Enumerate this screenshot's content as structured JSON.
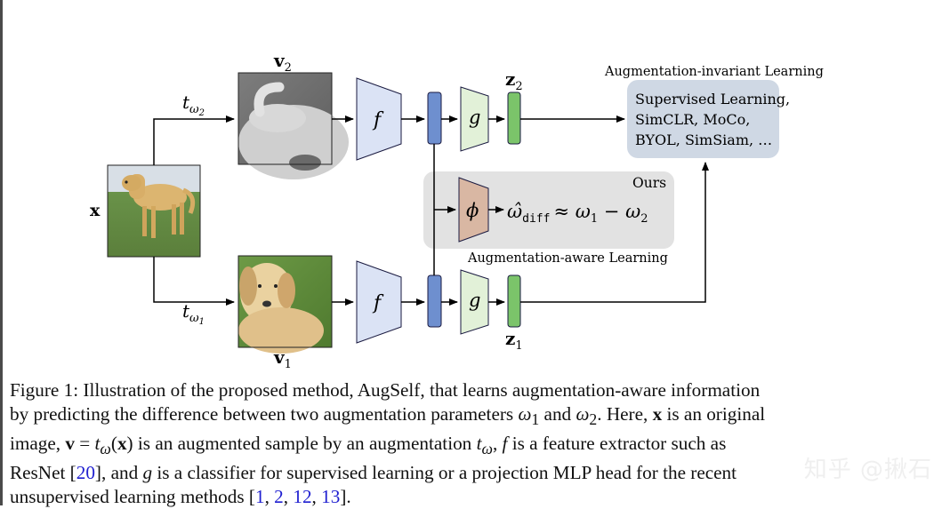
{
  "figure": {
    "input_label": "x",
    "top_view_label": "v",
    "top_view_sub": "2",
    "bottom_view_label": "v",
    "bottom_view_sub": "1",
    "top_transform": "t",
    "top_transform_sub": "ω",
    "top_transform_subsub": "2",
    "bottom_transform": "t",
    "bottom_transform_sub": "ω",
    "bottom_transform_subsub": "1",
    "encoder_label": "f",
    "classifier_label": "g",
    "predictor_label": "ϕ",
    "top_z_label": "z",
    "top_z_sub": "2",
    "bottom_z_label": "z",
    "bottom_z_sub": "1",
    "invariant_title": "Augmentation-invariant Learning",
    "invariant_lines": [
      "Supervised Learning,",
      "SimCLR, MoCo,",
      "BYOL, SimSiam, …"
    ],
    "ours_label": "Ours",
    "aware_title": "Augmentation-aware Learning",
    "prediction_omega": "ω̂",
    "prediction_sub": "diff",
    "prediction_rhs": "≈ ω",
    "prediction_rhs_sub1": "1",
    "prediction_minus": " − ω",
    "prediction_rhs_sub2": "2"
  },
  "caption": {
    "l1": "Figure 1: Illustration of the proposed method, AugSelf, that learns augmentation-aware information",
    "l2a": "by predicting the difference between two augmentation parameters ",
    "l2_om1": "ω",
    "l2_s1": "1",
    "l2b": " and ",
    "l2_om2": "ω",
    "l2_s2": "2",
    "l2c": ". Here, ",
    "l2_x": "x",
    "l2d": " is an original",
    "l3a": "image, ",
    "l3_v": "v",
    "l3b": " = ",
    "l3_t": "t",
    "l3_tsub": "ω",
    "l3c": "(",
    "l3_x": "x",
    "l3d": ") is an augmented sample by an augmentation ",
    "l3_t2": "t",
    "l3_t2sub": "ω",
    "l3e": ", ",
    "l3_f": "f",
    "l3f": " is a feature extractor such as",
    "l4a": "ResNet [",
    "l4_ref": "20",
    "l4b": "], and ",
    "l4_g": "g",
    "l4c": " is a classifier for supervised learning or a projection MLP head for the recent",
    "l5a": "unsupervised learning methods [",
    "l5_r1": "1",
    "l5_c1": ", ",
    "l5_r2": "2",
    "l5_c2": ", ",
    "l5_r3": "12",
    "l5_c3": ", ",
    "l5_r4": "13",
    "l5b": "]."
  },
  "watermark": "知乎 @揪石",
  "colors": {
    "encoder_fill": "#dbe3f5",
    "feature_fill": "#6e8fcf",
    "classifier_fill": "#e2f1d8",
    "embedding_fill": "#7bc46a",
    "predictor_fill": "#d9b7a3",
    "invariant_box": "#cfd8e4",
    "ours_box": "#e2e2e2"
  }
}
